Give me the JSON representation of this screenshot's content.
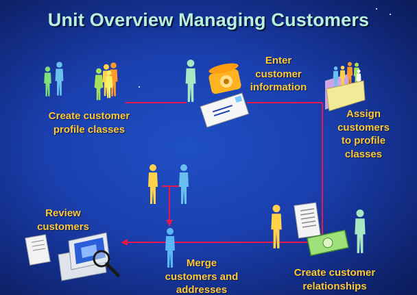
{
  "title": "Unit Overview Managing Customers",
  "steps": {
    "create_profile_classes": [
      "Create customer",
      "profile classes"
    ],
    "enter_customer_information": [
      "Enter",
      "customer",
      "information"
    ],
    "assign_customers": [
      "Assign",
      "customers",
      "to profile",
      "classes"
    ],
    "create_relationships": [
      "Create customer",
      "relationships"
    ],
    "merge_customers": [
      "Merge",
      "customers and",
      "addresses"
    ],
    "review_customers": [
      "Review",
      "customers"
    ]
  },
  "colors": {
    "background": "#1a3fae",
    "title_text": "#b8f0dc",
    "label_text": "#ffc830",
    "flow_line": "#e8174e"
  }
}
